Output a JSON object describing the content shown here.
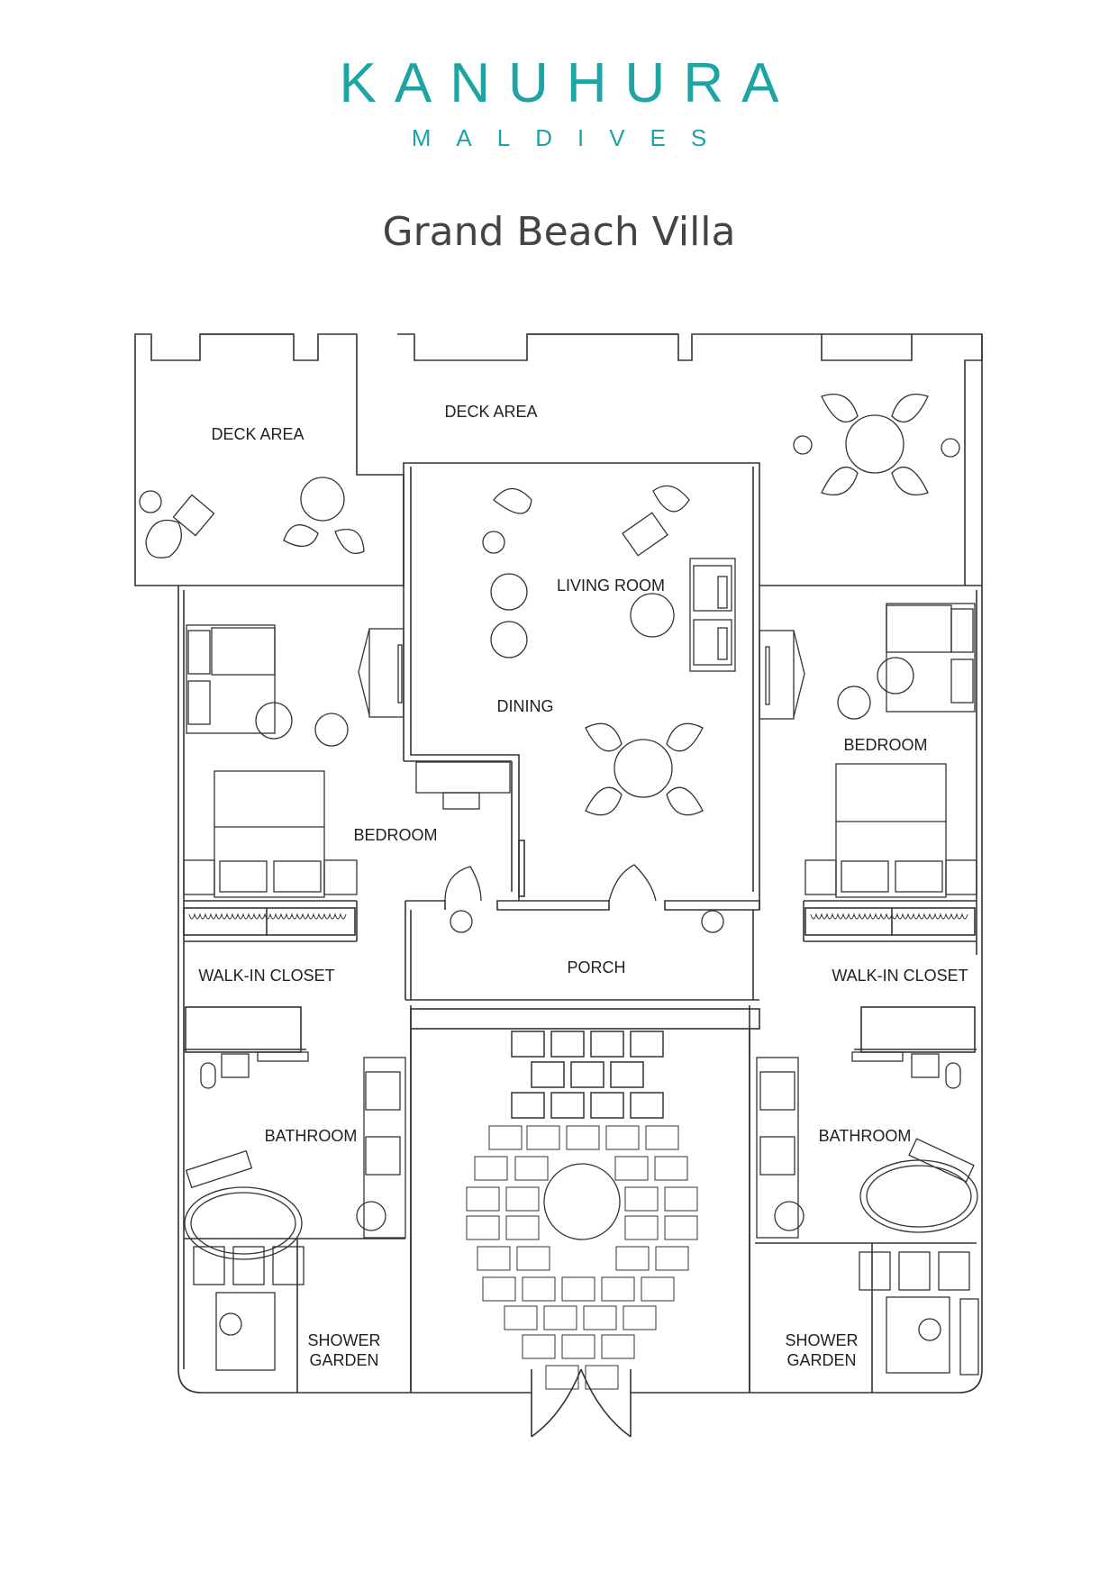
{
  "brand": {
    "name": "KANUHURA",
    "tagline": "MALDIVES"
  },
  "title": "Grand Beach Villa",
  "rooms": {
    "deck_left": "DECK AREA",
    "deck_center": "DECK AREA",
    "living_room": "LIVING ROOM",
    "dining": "DINING",
    "bedroom_left": "BEDROOM",
    "bedroom_right": "BEDROOM",
    "porch": "PORCH",
    "closet_left": "WALK-IN CLOSET",
    "closet_right": "WALK-IN CLOSET",
    "bathroom_left": "BATHROOM",
    "bathroom_right": "BATHROOM",
    "shower_left": [
      "SHOWER",
      "GARDEN"
    ],
    "shower_right": [
      "SHOWER",
      "GARDEN"
    ]
  },
  "colors": {
    "brand": "#1fa3a4",
    "line": "#333333",
    "title": "#444444"
  }
}
